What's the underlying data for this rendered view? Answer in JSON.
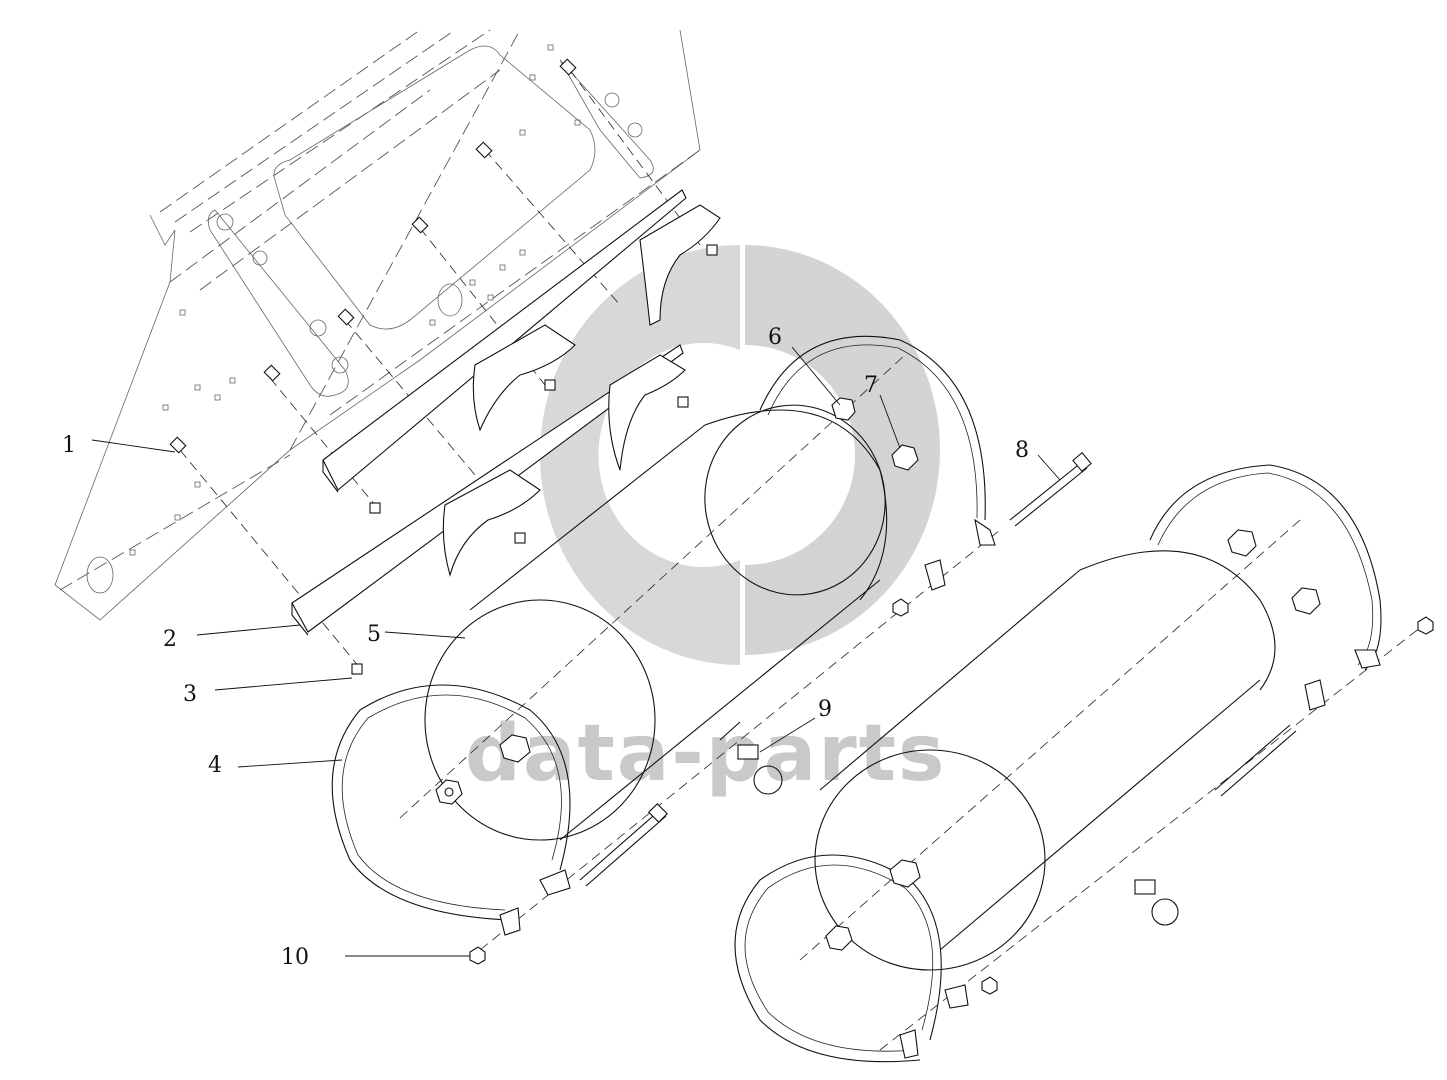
{
  "callouts": [
    {
      "id": "1",
      "label": "1"
    },
    {
      "id": "2",
      "label": "2"
    },
    {
      "id": "3",
      "label": "3"
    },
    {
      "id": "4",
      "label": "4"
    },
    {
      "id": "5",
      "label": "5"
    },
    {
      "id": "6",
      "label": "6"
    },
    {
      "id": "7",
      "label": "7"
    },
    {
      "id": "8",
      "label": "8"
    },
    {
      "id": "9",
      "label": "9"
    },
    {
      "id": "10",
      "label": "10"
    }
  ],
  "watermark": {
    "text": "data-parts",
    "color": "#c9c9c9",
    "logo_icon": "dp-logo-icon"
  },
  "colors": {
    "line": "#111111",
    "background": "#ffffff"
  }
}
